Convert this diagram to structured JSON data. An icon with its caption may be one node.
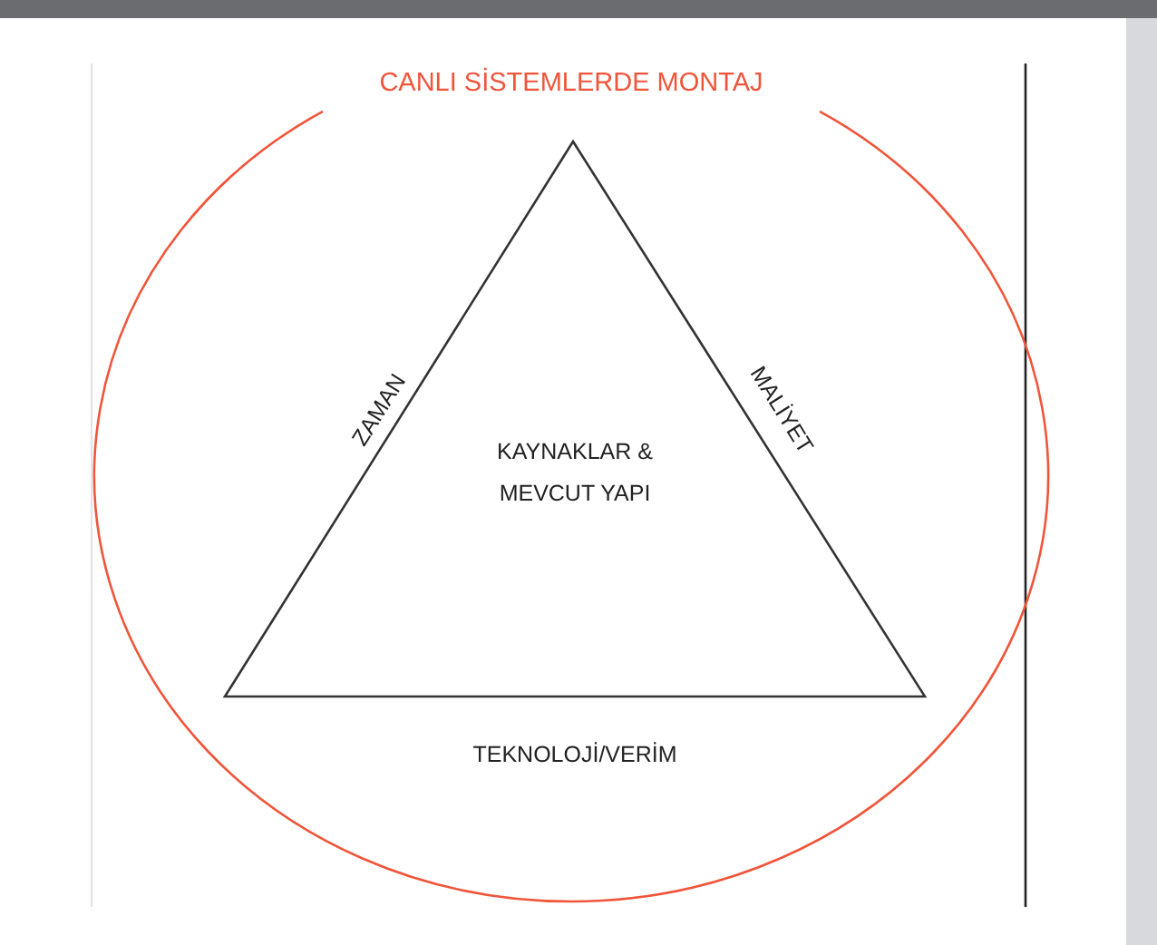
{
  "diagram": {
    "nodes": [
      {
        "text": [
          "CANLI SİSTEMLERDE MONTAJ"
        ]
      },
      {
        "text": [
          "KAYNAKLAR & MEVCUT YAPI"
        ],
        "in": 0,
        "beside": [
          "ZAMAN",
          "MALİYET",
          "TEKNOLOJİ/VERİM"
        ]
      }
    ]
  }
}
